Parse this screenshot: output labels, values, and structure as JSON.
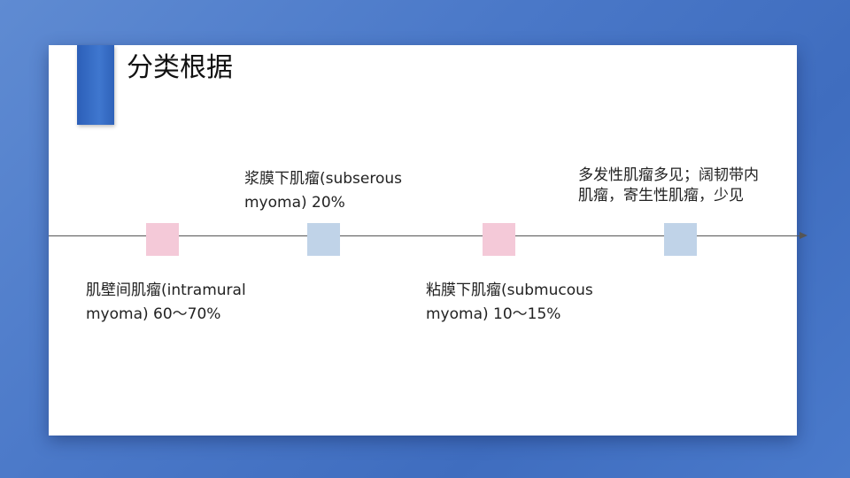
{
  "slide": {
    "title": "分类根据",
    "colors": {
      "accent": "#2f62b9",
      "marker_pink": "#f4c9d8",
      "marker_blue": "#c0d3e8"
    },
    "timeline": {
      "events": [
        {
          "position": "below",
          "marker_color": "pink",
          "lines": [
            "肌壁间肌瘤(intramural",
            "myoma) 60～70%"
          ]
        },
        {
          "position": "above",
          "marker_color": "blue",
          "lines": [
            "浆膜下肌瘤(subserous",
            "myoma) 20%"
          ]
        },
        {
          "position": "below",
          "marker_color": "pink",
          "lines": [
            "粘膜下肌瘤(submucous",
            "myoma)  10～15%"
          ]
        },
        {
          "position": "above",
          "marker_color": "blue",
          "lines": [
            "多发性肌瘤多见；阔韧带内",
            "肌瘤，寄生性肌瘤，少见"
          ]
        }
      ]
    }
  }
}
